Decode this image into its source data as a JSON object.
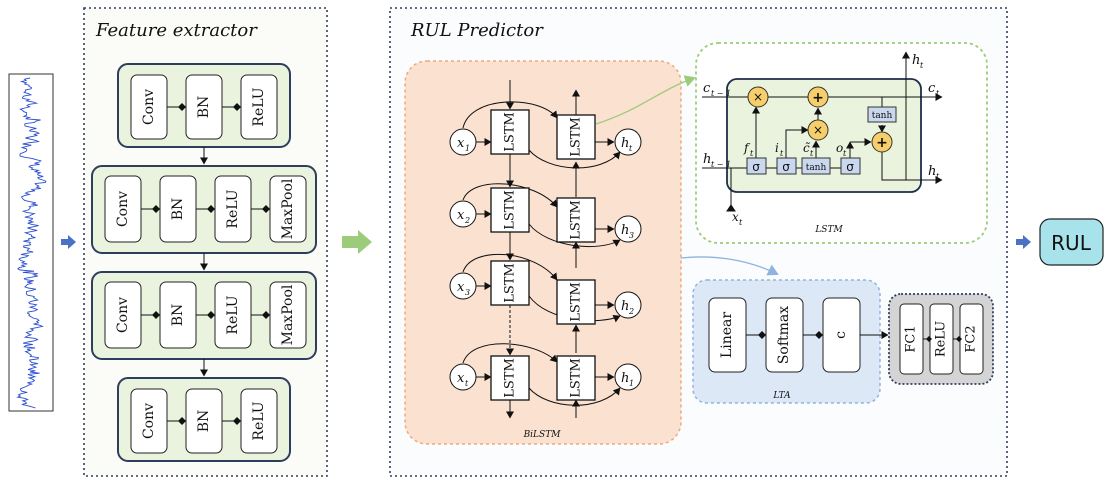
{
  "feature_extractor": {
    "title": "Feature extractor",
    "blocks": [
      [
        "Conv",
        "BN",
        "ReLU"
      ],
      [
        "Conv",
        "BN",
        "ReLU",
        "MaxPool"
      ],
      [
        "Conv",
        "BN",
        "ReLU",
        "MaxPool"
      ],
      [
        "Conv",
        "BN",
        "ReLU"
      ]
    ]
  },
  "rul_predictor": {
    "title": "RUL Predictor",
    "bilstm": {
      "caption": "BiLSTM",
      "cell": "LSTM",
      "inputs": [
        "x",
        "x",
        "x",
        "x"
      ],
      "input_subs": [
        "1",
        "2",
        "3",
        "t"
      ],
      "outputs": [
        "h",
        "h",
        "h",
        "h"
      ],
      "output_subs": [
        "t",
        "3",
        "2",
        "1"
      ]
    },
    "lstm_detail": {
      "caption": "LSTM",
      "c_prev": "c",
      "c_prev_sub": "t − 1",
      "c_out": "c",
      "c_out_sub": "t",
      "h_top": "h",
      "h_top_sub": "t",
      "h_prev": "h",
      "h_prev_sub": "t − 1",
      "h_out": "h",
      "h_out_sub": "t",
      "x_in": "x",
      "x_in_sub": "t",
      "f": "f",
      "f_sub": "t",
      "i": "i",
      "i_sub": "t",
      "c_tilde": "c̃",
      "c_tilde_sub": "t",
      "o": "o",
      "o_sub": "t",
      "sigma": "σ",
      "tanh": "tanh",
      "times": "×",
      "plus": "+"
    },
    "lta": {
      "caption": "LTA",
      "blocks": [
        "Linear",
        "Softmax",
        "c"
      ]
    },
    "fc": {
      "blocks": [
        "FC1",
        "ReLU",
        "FC2"
      ]
    }
  },
  "output": {
    "label": "RUL"
  },
  "colors": {
    "green_fill": "#eaf3de",
    "orange_fill": "#fbe1d0",
    "blue_fill": "#dce8f6",
    "gray_fill": "#d4d4d4",
    "rul_fill": "#a8e3ec",
    "arrow_blue": "#4a72c4",
    "arrow_green": "#9ccc7a",
    "signal": "#2a4fd0"
  }
}
